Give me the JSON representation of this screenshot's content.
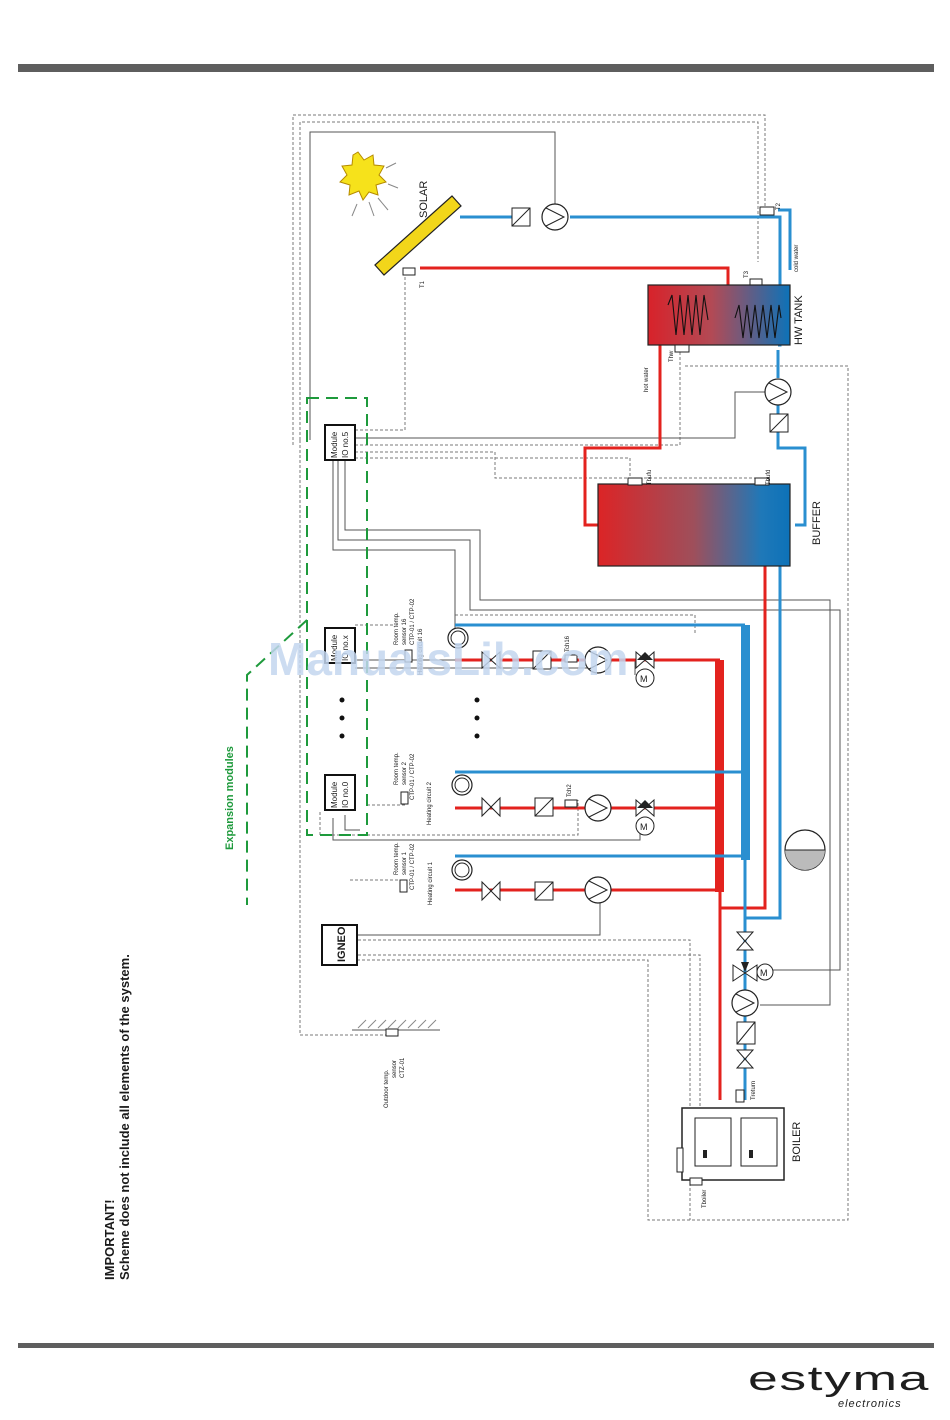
{
  "notice": {
    "line1": "IMPORTANT!",
    "line2": "Scheme does not include all elements of the system."
  },
  "labels": {
    "solar": "SOLAR",
    "hw_tank": "HW TANK",
    "buffer": "BUFFER",
    "boiler": "BOILER",
    "expansion_modules": "Expansion modules",
    "cold_water": "cold water",
    "hot_water": "hot water"
  },
  "sensors": {
    "t1": "T1",
    "t2": "T2",
    "t3": "T3",
    "thw": "Thw",
    "tbufu": "Tbufu",
    "tbufd": "Tbufd",
    "tch16": "Tch16",
    "tch2": "Tch2",
    "treturn": "Treturn",
    "tboiler": "Tboiler"
  },
  "modules": {
    "io5_line1": "Module",
    "io5_line2": "IO no.5",
    "io16_line1": "Module",
    "io16_line2": "IO no.x",
    "io0_line1": "Module",
    "io0_line2": "IO no.0"
  },
  "circuits": {
    "c16": {
      "line1": "Room temp.",
      "line2": "sensor 16",
      "line3": "CTP-01 / CTP-02",
      "line4": "Heating circuit 16"
    },
    "c2": {
      "line1": "Room temp.",
      "line2": "sensor 2",
      "line3": "CTP-01 / CTP-02",
      "line4": "Heating circuit 2"
    },
    "c1": {
      "line1": "Room temp.",
      "line2": "sensor 1",
      "line3": "CTP-01 / CTP-02",
      "line4": "Heating circuit 1"
    }
  },
  "outdoor": {
    "line1": "Outdoor temp.",
    "line2": "sensor",
    "line3": "CTZ-01"
  },
  "controller": {
    "name": "IGNEO"
  },
  "watermark": "ManualsLib.com",
  "logo": {
    "main": "estyma",
    "sub": "electronics"
  },
  "colors": {
    "hot_pipe": "#e3221e",
    "cold_pipe": "#2a8fd0",
    "expansion_dash": "#1e9a3c",
    "solar_panel": "#f2d61a",
    "tank_hot": "#d8222a",
    "tank_cold": "#0d72b8"
  }
}
